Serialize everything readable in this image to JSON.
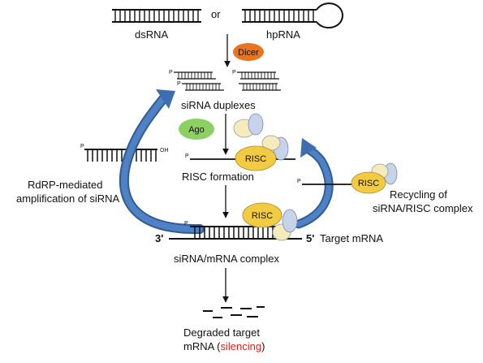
{
  "labels": {
    "dsrna": "dsRNA",
    "or": "or",
    "hprna": "hpRNA",
    "dicer": "Dicer",
    "sirna_duplexes": "siRNA duplexes",
    "ago": "Ago",
    "risc": "RISC",
    "risc_formation": "RISC formation",
    "rdrp_line1": "RdRP-mediated",
    "rdrp_line2": "amplification of siRNA",
    "recycling_line1": "Recycling of",
    "recycling_line2": "siRNA/RISC complex",
    "three_prime": "3'",
    "five_prime": "5'",
    "target_mrna": "Target mRNA",
    "complex": "siRNA/mRNA  complex",
    "degraded_line1": "Degraded target",
    "degraded_line2": "mRNA",
    "silencing": "silencing",
    "p": "P",
    "oh": "OH"
  },
  "colors": {
    "dicer": "#e8741f",
    "ago": "#8ccf62",
    "risc": "#f3cb43",
    "companion_blue": "#c7d3eb",
    "companion_cream": "#f6ebbd",
    "arrow_blue": "#3d6fb0",
    "silencing": "#e02020"
  }
}
